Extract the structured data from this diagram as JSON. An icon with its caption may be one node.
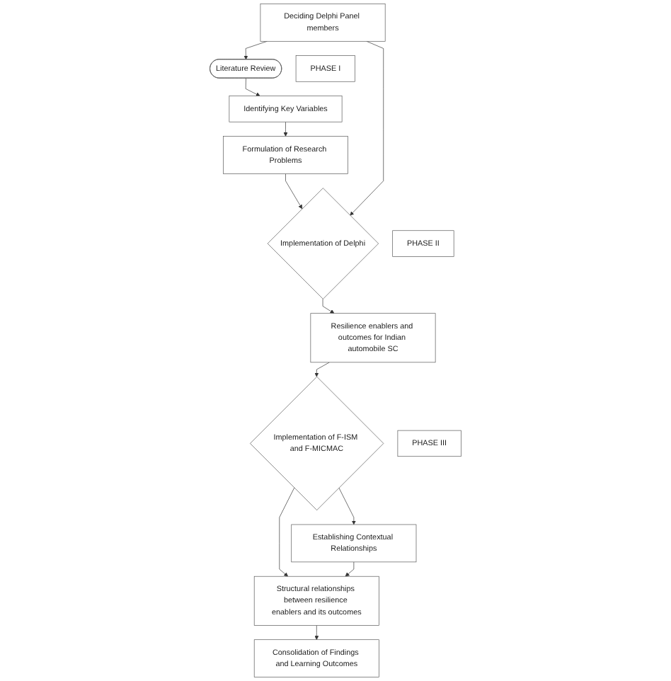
{
  "diagram": {
    "nodes": [
      {
        "text": [
          "Literature Review"
        ]
      },
      {
        "text": [
          "PHASE I"
        ]
      },
      {
        "text": [
          "Identifying Key Variables"
        ]
      },
      {
        "text": [
          "Formulation of Research Problems"
        ]
      },
      {
        "text": [
          "Implementation of Delphi"
        ]
      },
      {
        "text": [
          "Deciding Delphi Panel members"
        ]
      },
      {
        "text": [
          "PHASE II"
        ]
      },
      {
        "text": [
          "Resilience enablers and outcomes for Indian automobile SC"
        ]
      },
      {
        "text": [
          "Implementation of F-ISM and F-MICMAC"
        ]
      },
      {
        "text": [
          "Establishing Contextual Relationships"
        ]
      },
      {
        "text": [
          "PHASE III"
        ]
      },
      {
        "text": [
          "Structural relationships between resilience enablers and its outcomes"
        ]
      },
      {
        "text": [
          "Consolidation of Findings and Learning Outcomes"
        ]
      }
    ],
    "edges": [
      {
        "from": 0,
        "to": 2,
        "arrow": "to"
      },
      {
        "from": 2,
        "to": 3,
        "arrow": "to"
      },
      {
        "from": 3,
        "to": 4,
        "arrow": "to"
      },
      {
        "from": 5,
        "to": 4,
        "arrow": "to"
      },
      {
        "from": 5,
        "to": 0,
        "arrow": "to"
      },
      {
        "from": 4,
        "to": 7,
        "arrow": "to"
      },
      {
        "from": 7,
        "to": 8,
        "arrow": "to"
      },
      {
        "from": 8,
        "to": 9,
        "arrow": "to"
      },
      {
        "from": 8,
        "to": 11,
        "arrow": "to"
      },
      {
        "from": 9,
        "to": 11,
        "arrow": "to"
      },
      {
        "from": 11,
        "to": 12,
        "arrow": "to"
      }
    ]
  }
}
